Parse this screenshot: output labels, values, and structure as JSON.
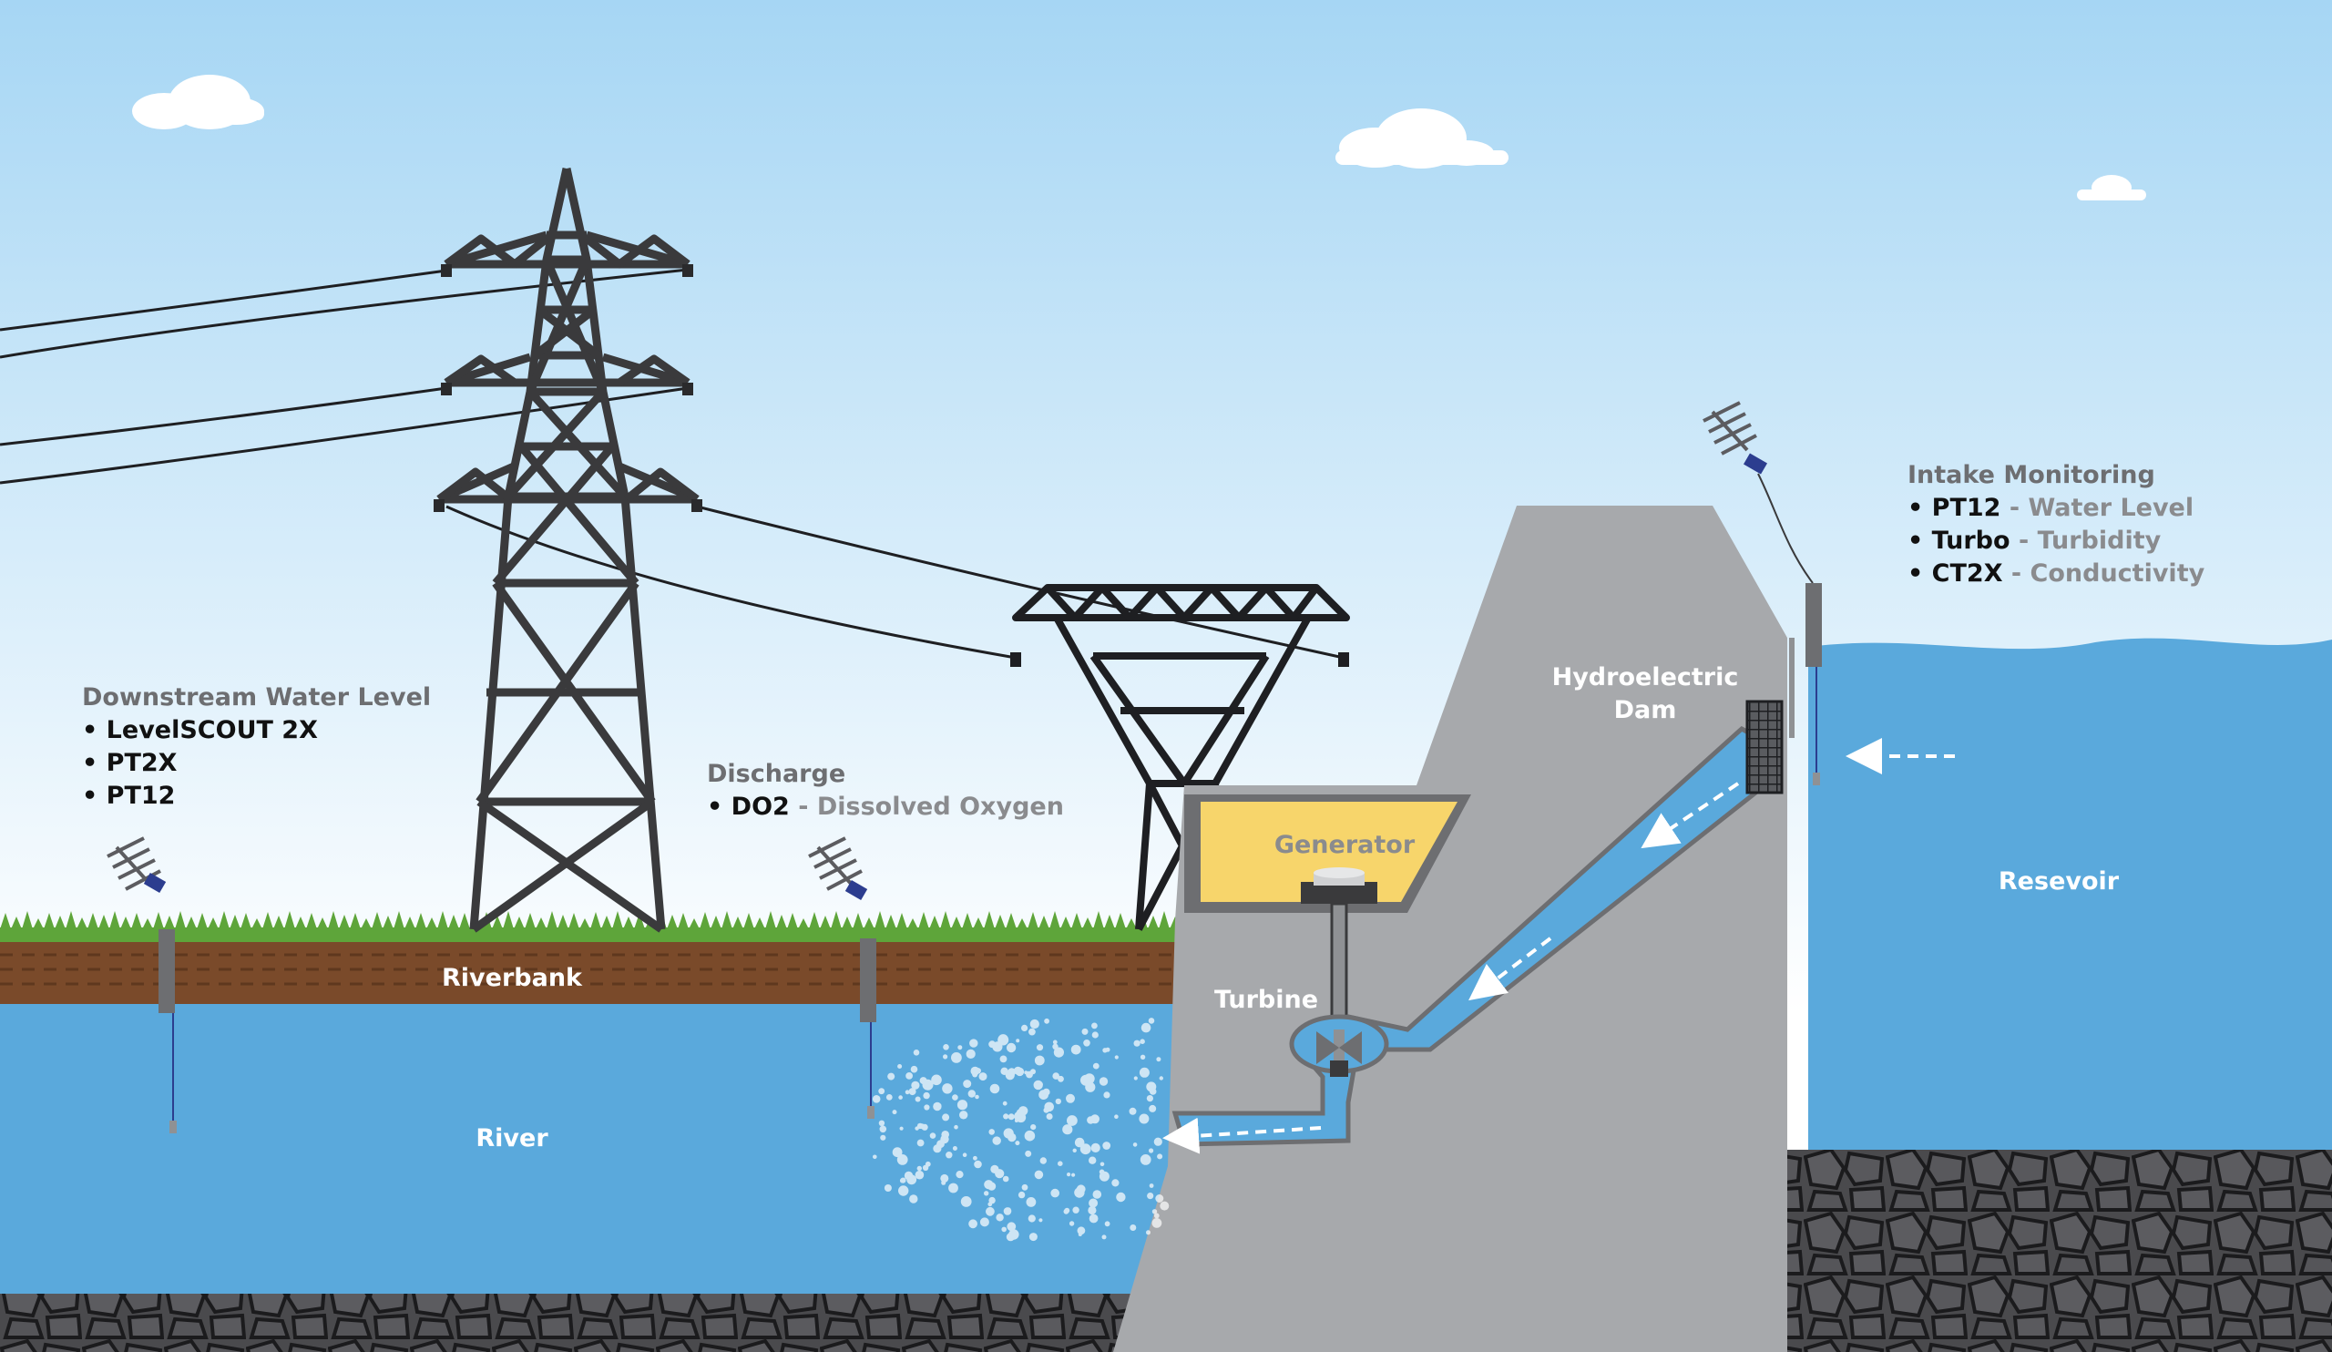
{
  "labels": {
    "riverbank": "Riverbank",
    "river": "River",
    "generator": "Generator",
    "turbine": "Turbine",
    "dam_line1": "Hydroelectric",
    "dam_line2": "Dam",
    "reservoir": "Resevoir"
  },
  "downstream": {
    "title": "Downstream Water Level",
    "items": [
      {
        "name": "LevelSCOUT 2X",
        "desc": ""
      },
      {
        "name": "PT2X",
        "desc": ""
      },
      {
        "name": "PT12",
        "desc": ""
      }
    ]
  },
  "discharge": {
    "title": "Discharge",
    "items": [
      {
        "name": "DO2",
        "desc": "Dissolved Oxygen"
      }
    ]
  },
  "intake": {
    "title": "Intake Monitoring",
    "items": [
      {
        "name": "PT12",
        "desc": "Water Level"
      },
      {
        "name": "Turbo",
        "desc": "Turbidity"
      },
      {
        "name": "CT2X",
        "desc": "Conductivity"
      }
    ]
  },
  "colors": {
    "water": "#5aa9dc",
    "dam": "#a7a9ac",
    "generator": "#f7d56b",
    "soil": "#7a4a2a",
    "grass": "#5ea53a",
    "tower": "#3a3a3c",
    "sky_top": "#a6d6f4"
  }
}
